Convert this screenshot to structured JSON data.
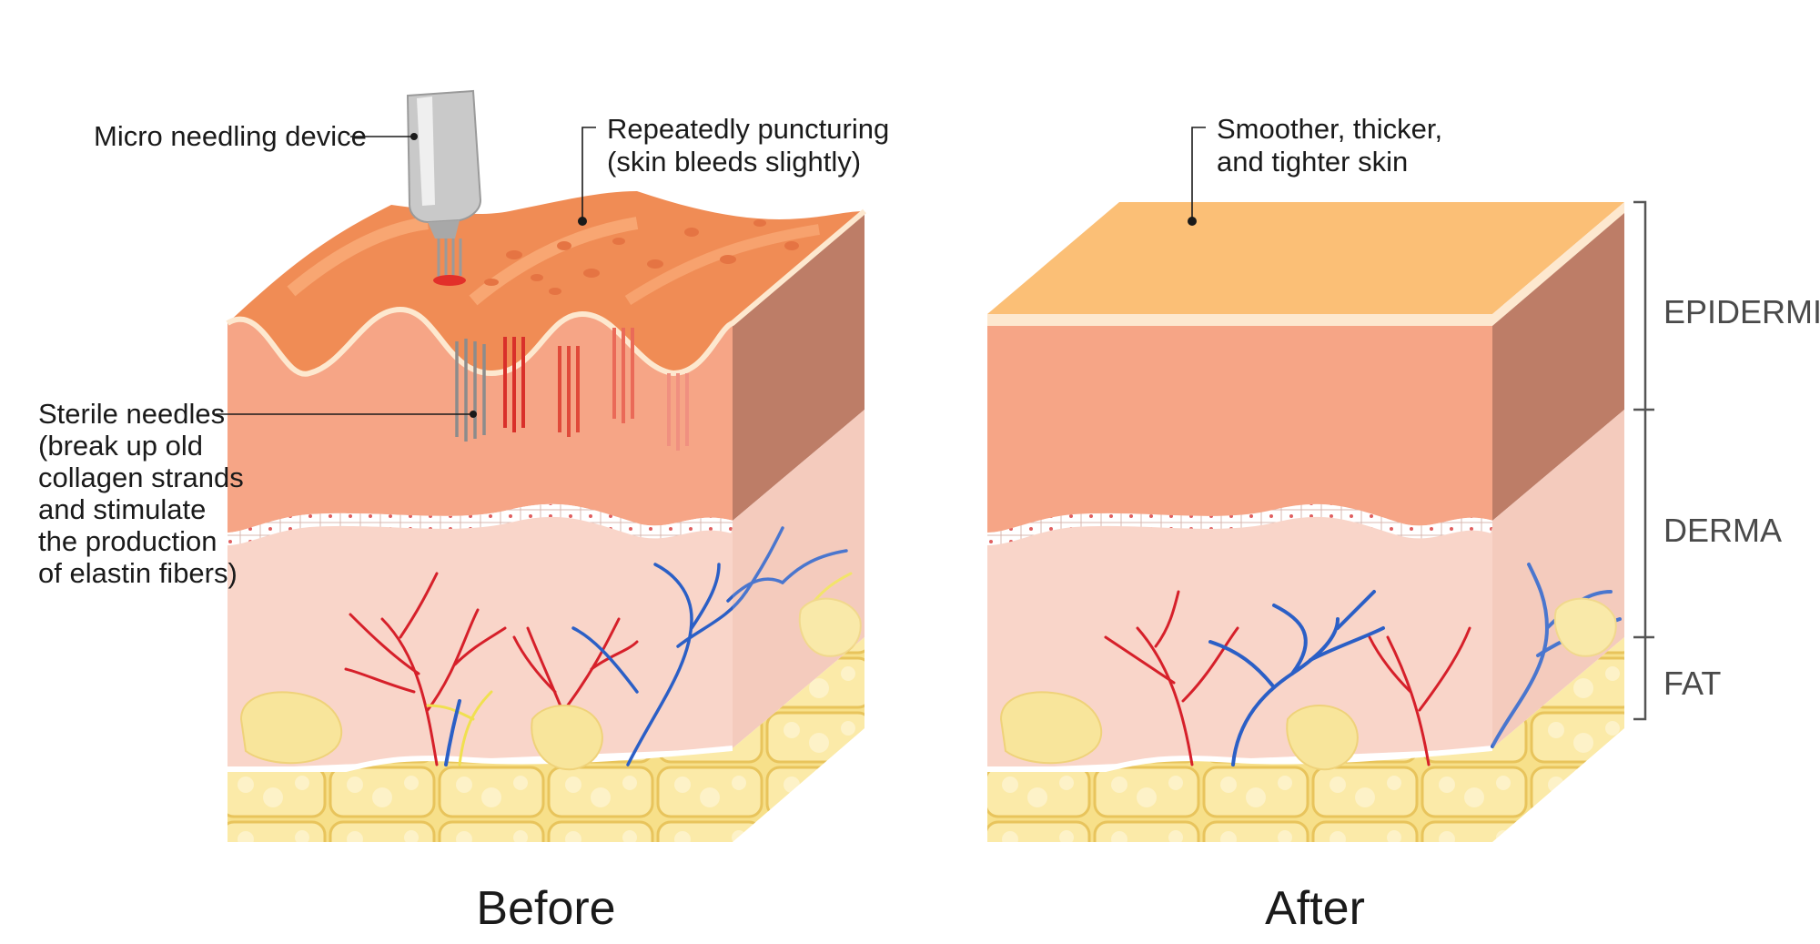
{
  "labels": {
    "device": "Micro needling device",
    "puncture": [
      "Repeatedly puncturing",
      "(skin bleeds slightly)"
    ],
    "needles": [
      "Sterile needles",
      "(break up old",
      "collagen strands",
      "and stimulate",
      "the production",
      "of elastin fibers)"
    ],
    "after_note": [
      "Smoother, thicker,",
      "and tighter skin"
    ],
    "before": "Before",
    "after": "After"
  },
  "layers": {
    "epidermis": "EPIDERMIS",
    "derma": "DERMA",
    "fat": "FAT"
  },
  "colors": {
    "epidermis_top_before": "#f08c55",
    "epidermis_top_after": "#fbbf76",
    "epidermis_front": "#f6a586",
    "epidermis_side": "#bd7d67",
    "derma": "#f9d5c9",
    "fat": "#f7e18c",
    "artery": "#d6202a",
    "vein": "#2b5fc6",
    "nerve": "#f0e050"
  }
}
